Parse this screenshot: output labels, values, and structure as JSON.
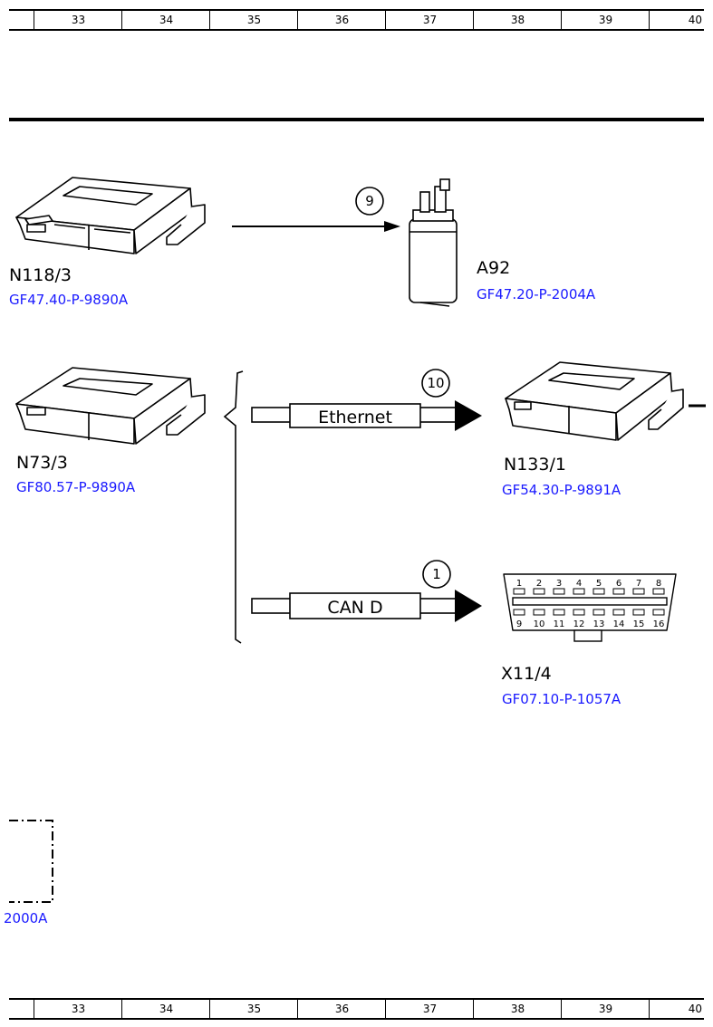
{
  "rulers": {
    "cells": [
      "",
      "33",
      "34",
      "35",
      "36",
      "37",
      "38",
      "39",
      "40"
    ]
  },
  "components": {
    "n118": {
      "label": "N118/3",
      "ref": "GF47.40-P-9890A"
    },
    "a92": {
      "label": "A92",
      "ref": "GF47.20-P-2004A"
    },
    "n73": {
      "label": "N73/3",
      "ref": "GF80.57-P-9890A"
    },
    "n133": {
      "label": "N133/1",
      "ref": "GF54.30-P-9891A"
    },
    "x11": {
      "label": "X11/4",
      "ref": "GF07.10-P-1057A"
    },
    "partial": {
      "ref": "2000A"
    }
  },
  "connections": {
    "fuel": {
      "number": "9"
    },
    "ethernet": {
      "number": "10",
      "label": "Ethernet"
    },
    "cand": {
      "number": "1",
      "label": "CAN D"
    }
  },
  "connector_pins": {
    "top": [
      "1",
      "2",
      "3",
      "4",
      "5",
      "6",
      "7",
      "8"
    ],
    "bottom": [
      "9",
      "10",
      "11",
      "12",
      "13",
      "14",
      "15",
      "16"
    ]
  }
}
